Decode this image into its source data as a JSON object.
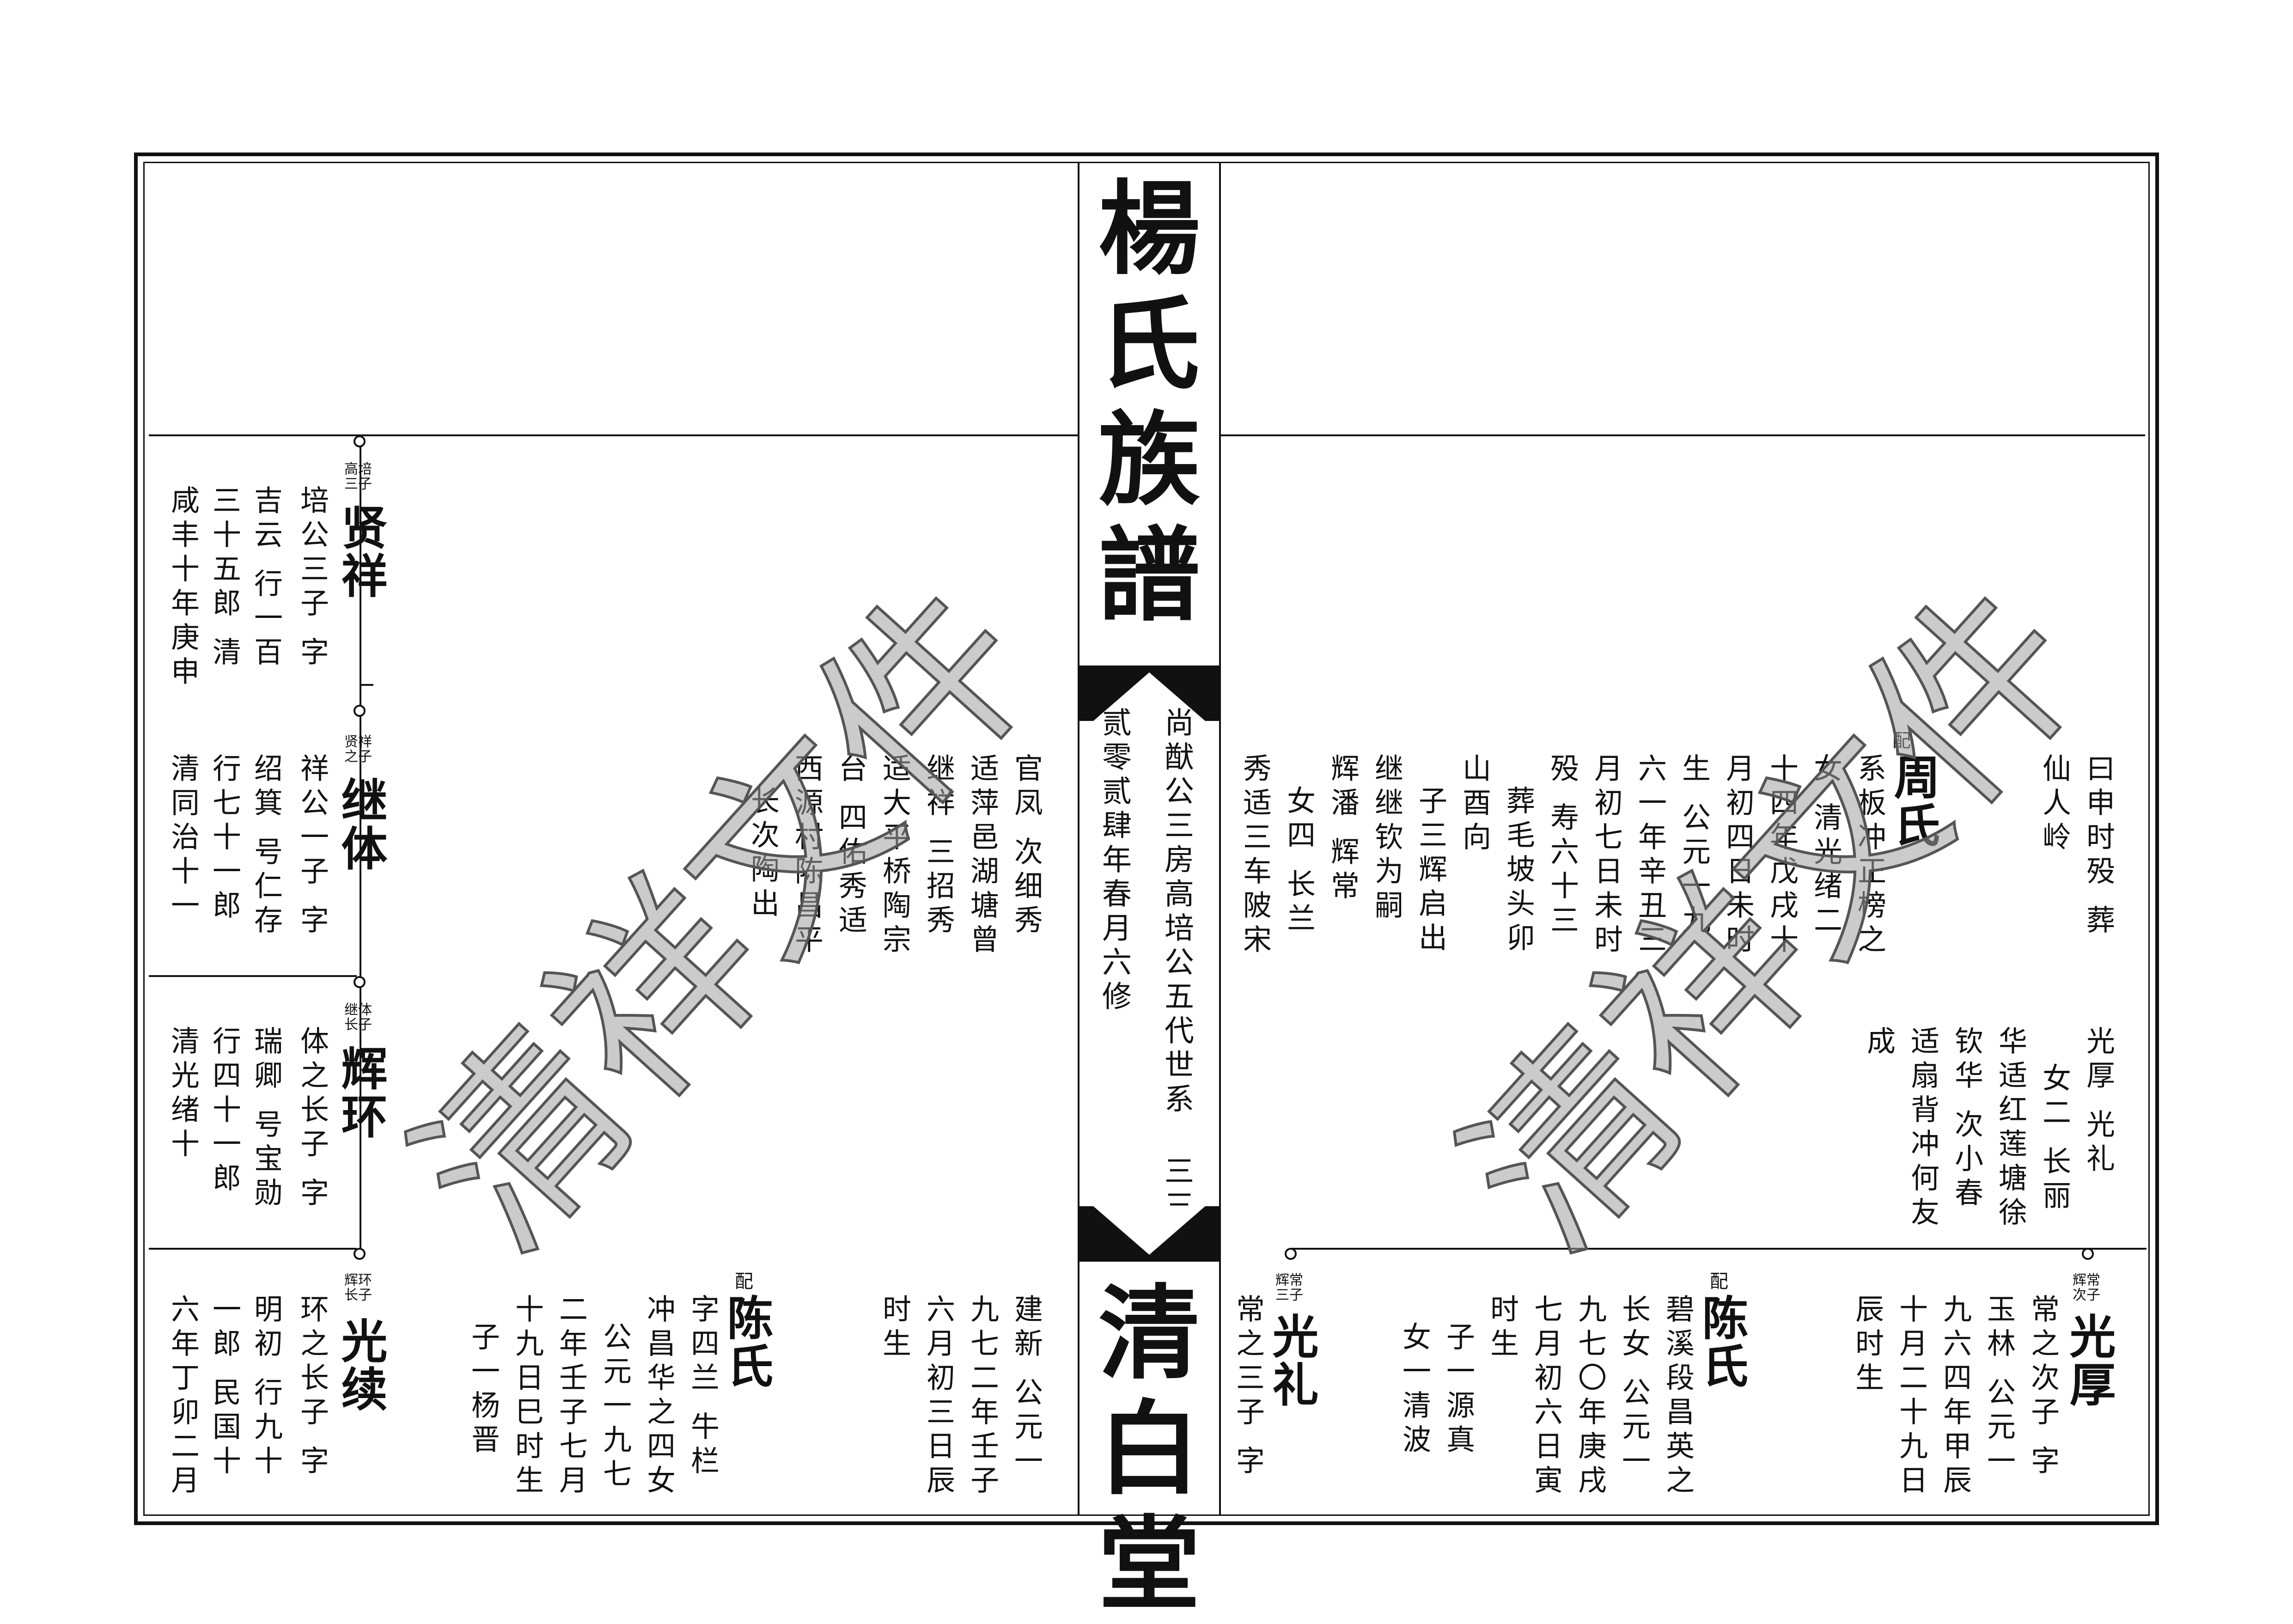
{
  "book": {
    "title_chars": [
      "楊",
      "氏",
      "族",
      "譜"
    ],
    "hall_chars": [
      "清",
      "白",
      "堂"
    ],
    "series_line": "尚猷公三房高培公五代世系",
    "page_num": "三三",
    "revision": "贰零贰肆年春月六修",
    "watermark": "清祥文件"
  },
  "left": {
    "xianxiang": {
      "name": "贤祥",
      "sub": [
        "高培",
        "三子"
      ],
      "cols": [
        "培公三子 字",
        "吉云 行一百",
        "三十五郎 清",
        "咸丰十年庚申"
      ]
    },
    "jiti": {
      "name": "继体",
      "sub": [
        "贤祥",
        "之子"
      ],
      "cols": [
        "祥公一子 字",
        "绍箕 号仁存",
        "行七十一郎",
        "清同治十一"
      ]
    },
    "huihuan": {
      "name": "辉环",
      "sub": [
        "继体",
        "长子"
      ],
      "cols": [
        "体之长子 字",
        "瑞卿 号宝勋",
        "行四十一郎",
        "清光绪十"
      ]
    },
    "guangxu": {
      "name": "光续",
      "sub": [
        "辉环",
        "长子"
      ],
      "cols": [
        "环之长子 字",
        "明初 行九十",
        "一郎 民国十",
        "六年丁卯二月"
      ]
    },
    "right_upper_cols": [
      "官凤 次细秀",
      "适萍邑湖塘曾",
      "继祥 三招秀",
      "适大平桥陶宗",
      "台 四佑秀适",
      "西源村陈昌平",
      "长次陶出"
    ],
    "chen1": {
      "pei": "配",
      "name": "陈氏",
      "cols": [
        "字四兰 牛栏",
        "冲昌华之四女",
        "公元一九七",
        "二年壬子七月",
        "十九日巳时生",
        "子一杨晋"
      ]
    },
    "lower_right_cols": [
      "建新 公元一",
      "九七二年壬子",
      "六月初三日辰",
      "时生"
    ]
  },
  "right": {
    "upper_right_cols": [
      "曰申时殁 葬",
      "仙人岭"
    ],
    "zhou": {
      "pei": "配",
      "name": "周氏",
      "cols": [
        "系板冲正榜之",
        "女 清光绪二",
        "十四年戊戌十",
        "月初四日未时",
        "生 公元一九",
        "六一年辛丑三",
        "月初七日未时",
        "殁 寿六十三",
        "葬毛坡头卯",
        "山酉向",
        "子三辉启出",
        "继继钦为嗣",
        "辉潘 辉常",
        "女四 长兰",
        "秀适三车陂宋"
      ]
    },
    "daughters": {
      "cols": [
        "光厚 光礼",
        "女二 长丽",
        "华适红莲塘徐",
        "钦华 次小春",
        "适扇背冲何友",
        "成"
      ]
    },
    "guanghou": {
      "name": "光厚",
      "sub": [
        "辉常",
        "次子"
      ],
      "cols": [
        "常之次子 字",
        "玉林 公元一",
        "九六四年甲辰",
        "十月二十九日",
        "辰时生"
      ]
    },
    "chen2": {
      "pei": "配",
      "name": "陈氏",
      "cols": [
        "碧溪段昌英之",
        "长女 公元一",
        "九七〇年庚戌",
        "七月初六日寅",
        "时生",
        "子一源真",
        "女一清波"
      ]
    },
    "guangli": {
      "name": "光礼",
      "sub": [
        "辉常",
        "三子"
      ],
      "cols": [
        "常之三子 字"
      ]
    }
  }
}
